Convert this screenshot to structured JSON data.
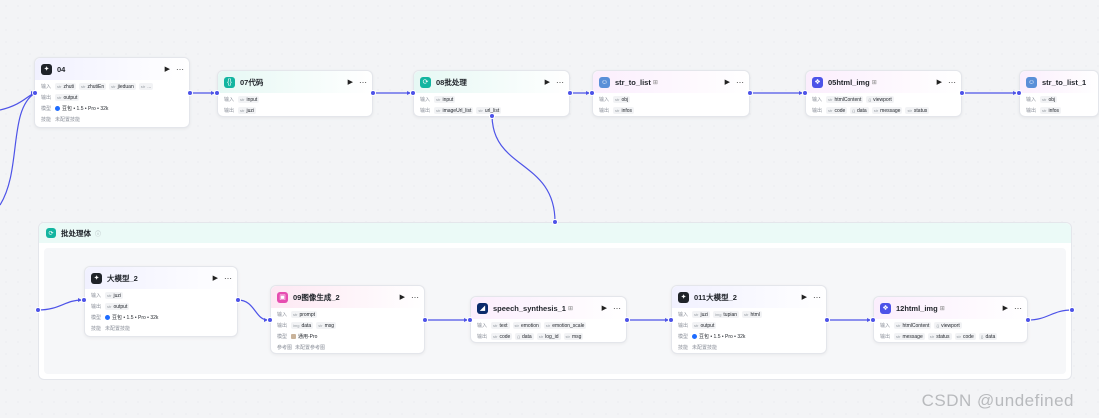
{
  "labels": {
    "in": "输入",
    "out": "输出",
    "model": "模型",
    "skill": "技能",
    "ref": "参考图"
  },
  "colors": {
    "edge": "#4d53e8",
    "llm": "#1f2329",
    "code": "#12b5a0",
    "loop": "#12b5a0",
    "plugin": "#4d53e8",
    "image": "#e64db0"
  },
  "nodes": {
    "n04": {
      "title": "04",
      "inputs": [
        {
          "type": "str",
          "name": "zhuti"
        },
        {
          "type": "str",
          "name": "zhutiEn"
        },
        {
          "type": "str",
          "name": "jieduan"
        },
        {
          "type": "str",
          "name": "..."
        }
      ],
      "outputs": [
        {
          "type": "str",
          "name": "output"
        }
      ],
      "model": "豆包 • 1.5 • Pro • 32k",
      "skill": "未配置技能"
    },
    "n07": {
      "title": "07代码",
      "inputs": [
        {
          "type": "str",
          "name": "input"
        }
      ],
      "outputs": [
        {
          "type": "str",
          "name": "juzi"
        }
      ]
    },
    "n08": {
      "title": "08批处理",
      "inputs": [
        {
          "type": "str",
          "name": "input"
        }
      ],
      "outputs": [
        {
          "type": "str",
          "name": "imageUrl_list"
        },
        {
          "type": "str",
          "name": "url_list"
        }
      ]
    },
    "s1": {
      "title": "str_to_list",
      "inputs": [
        {
          "type": "str",
          "name": "obj"
        }
      ],
      "outputs": [
        {
          "type": "str",
          "name": "infos"
        }
      ]
    },
    "n05": {
      "title": "05html_img",
      "inputs": [
        {
          "type": "str",
          "name": "htmlContent"
        },
        {
          "type": "{}",
          "name": "viewport"
        }
      ],
      "outputs": [
        {
          "type": "str",
          "name": "code"
        },
        {
          "type": "{}",
          "name": "data"
        },
        {
          "type": "str",
          "name": "message"
        },
        {
          "type": "str",
          "name": "status"
        }
      ]
    },
    "s2": {
      "title": "str_to_list_1",
      "inputs": [
        {
          "type": "str",
          "name": "obj"
        }
      ],
      "outputs": [
        {
          "type": "str",
          "name": "infos"
        }
      ]
    },
    "g": {
      "title": "批处理体"
    },
    "m2": {
      "title": "大模型_2",
      "inputs": [
        {
          "type": "str",
          "name": "juzi"
        }
      ],
      "outputs": [
        {
          "type": "str",
          "name": "output"
        }
      ],
      "model": "豆包 • 1.5 • Pro • 32k",
      "skill": "未配置技能"
    },
    "n09": {
      "title": "09图像生成_2",
      "inputs": [
        {
          "type": "str",
          "name": "prompt"
        }
      ],
      "outputs": [
        {
          "type": "img",
          "name": "data"
        },
        {
          "type": "str",
          "name": "msg"
        }
      ],
      "model": "通用-Pro",
      "ref": "未配置参考图"
    },
    "sp": {
      "title": "speech_synthesis_1",
      "inputs": [
        {
          "type": "str",
          "name": "text"
        },
        {
          "type": "str",
          "name": "emotion"
        },
        {
          "type": "str",
          "name": "emotion_scale"
        }
      ],
      "outputs": [
        {
          "type": "str",
          "name": "code"
        },
        {
          "type": "{}",
          "name": "data"
        },
        {
          "type": "str",
          "name": "log_id"
        },
        {
          "type": "str",
          "name": "msg"
        }
      ]
    },
    "n011": {
      "title": "011大模型_2",
      "inputs": [
        {
          "type": "str",
          "name": "juzi"
        },
        {
          "type": "img",
          "name": "tupian"
        },
        {
          "type": "str",
          "name": "html"
        }
      ],
      "outputs": [
        {
          "type": "str",
          "name": "output"
        }
      ],
      "model": "豆包 • 1.5 • Pro • 32k",
      "skill": "未配置技能"
    },
    "n12": {
      "title": "12html_img",
      "inputs": [
        {
          "type": "str",
          "name": "htmlContent"
        },
        {
          "type": "{}",
          "name": "viewport"
        }
      ],
      "outputs": [
        {
          "type": "str",
          "name": "message"
        },
        {
          "type": "str",
          "name": "status"
        },
        {
          "type": "str",
          "name": "code"
        },
        {
          "type": "{}",
          "name": "data"
        }
      ]
    }
  },
  "watermark": "CSDN @undefined"
}
